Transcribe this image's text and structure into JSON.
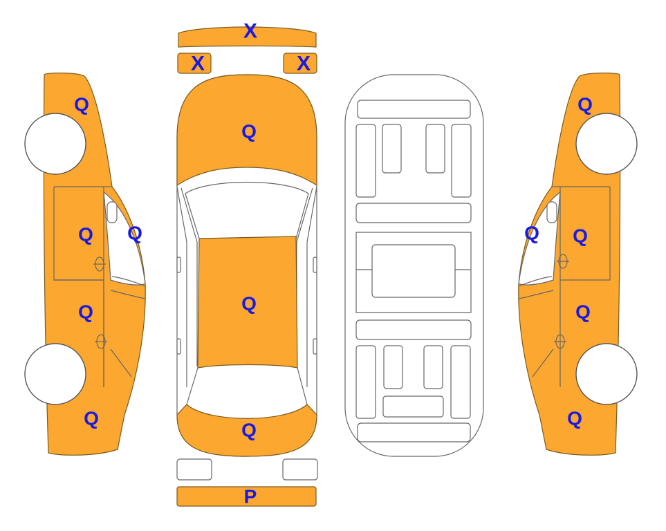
{
  "colors": {
    "damaged_panel": "#FBA730",
    "label": "#1a1ae0",
    "outline": "#666666"
  },
  "labels": {
    "front_bumper": "X",
    "headlight_left": "X",
    "headlight_right": "X",
    "hood": "Q",
    "roof": "Q",
    "trunk": "Q",
    "rear_bumper": "P",
    "left_front_fender": "Q",
    "left_front_door": "Q",
    "left_front_pillar": "Q",
    "left_rear_door": "Q",
    "left_rear_quarter": "Q",
    "right_front_fender": "Q",
    "right_front_door": "Q",
    "right_front_pillar": "Q",
    "right_rear_door": "Q",
    "right_rear_quarter": "Q"
  }
}
